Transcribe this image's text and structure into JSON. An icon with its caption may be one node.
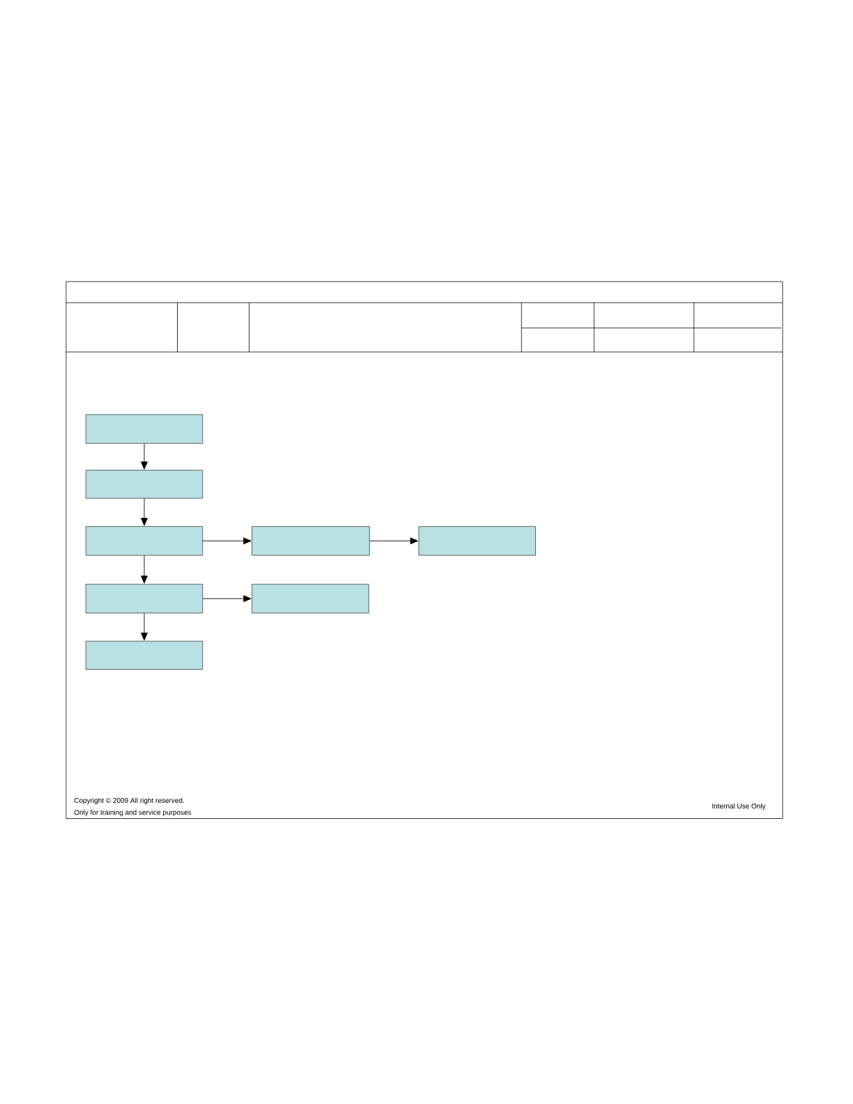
{
  "diagram": {
    "nodes": [
      {
        "text": [],
        "shape": "box"
      },
      {
        "text": [],
        "shape": "box"
      },
      {
        "text": [],
        "shape": "box"
      },
      {
        "text": [],
        "shape": "box"
      },
      {
        "text": [],
        "shape": "box"
      },
      {
        "text": [],
        "shape": "box"
      },
      {
        "text": [],
        "shape": "box"
      },
      {
        "text": [],
        "shape": "box"
      }
    ],
    "edges": [
      {
        "from": 0,
        "to": 1,
        "arrow": "to"
      },
      {
        "from": 1,
        "to": 2,
        "arrow": "to"
      },
      {
        "from": 2,
        "to": 3,
        "arrow": "to"
      },
      {
        "from": 3,
        "to": 4,
        "arrow": "to"
      },
      {
        "from": 2,
        "to": 5,
        "arrow": "to"
      },
      {
        "from": 5,
        "to": 6,
        "arrow": "to"
      },
      {
        "from": 5,
        "to": 7,
        "arrow": "to"
      }
    ],
    "labels": [
      "Copyright © 2009 All right reserved.",
      "Only for training and service purposes",
      "Internal Use Only"
    ]
  }
}
